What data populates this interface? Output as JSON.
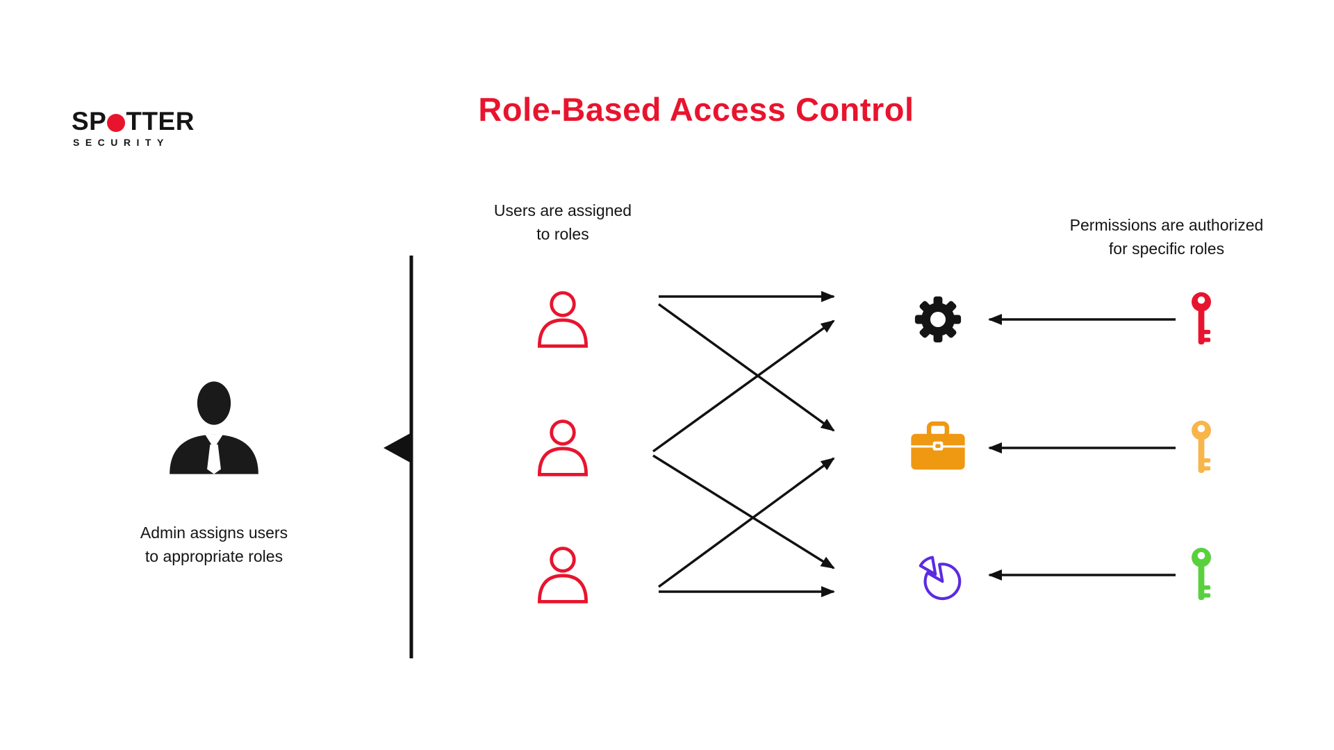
{
  "logo": {
    "text_left": "SP",
    "text_right": "TTER",
    "o_color": "#e8142e",
    "subtitle": "SECURITY"
  },
  "title": {
    "text": "Role-Based Access Control",
    "color": "#e8142e"
  },
  "labels": {
    "users": {
      "line1": "Users are assigned",
      "line2": "to roles"
    },
    "permissions": {
      "line1": "Permissions are authorized",
      "line2": "for specific roles"
    },
    "admin": {
      "line1": "Admin assigns users",
      "line2": "to appropriate roles"
    }
  },
  "colors": {
    "accent_red": "#e8142e",
    "user_outline": "#e8142e",
    "admin_black": "#1a1a1a",
    "gear_black": "#141414",
    "briefcase_orange": "#ef9811",
    "pie_purple": "#5b2be0",
    "key_red": "#e8142e",
    "key_amber": "#f8b54a",
    "key_green": "#58d13c",
    "arrow_black": "#111111"
  },
  "icons": {
    "admin": "admin-person-icon",
    "users": [
      "user-icon",
      "user-icon",
      "user-icon"
    ],
    "roles": [
      "gear-icon",
      "briefcase-icon",
      "pie-chart-icon"
    ],
    "permissions": [
      "key-icon-red",
      "key-icon-amber",
      "key-icon-green"
    ]
  },
  "diagram": {
    "user_to_role_arrows": [
      {
        "from": "user-1",
        "to": "role-1"
      },
      {
        "from": "user-1",
        "to": "role-2"
      },
      {
        "from": "user-2",
        "to": "role-1"
      },
      {
        "from": "user-2",
        "to": "role-3"
      },
      {
        "from": "user-3",
        "to": "role-2"
      },
      {
        "from": "user-3",
        "to": "role-3"
      }
    ],
    "permission_to_role_arrows": [
      {
        "from": "key-red",
        "to": "role-1"
      },
      {
        "from": "key-amber",
        "to": "role-2"
      },
      {
        "from": "key-green",
        "to": "role-3"
      }
    ]
  }
}
